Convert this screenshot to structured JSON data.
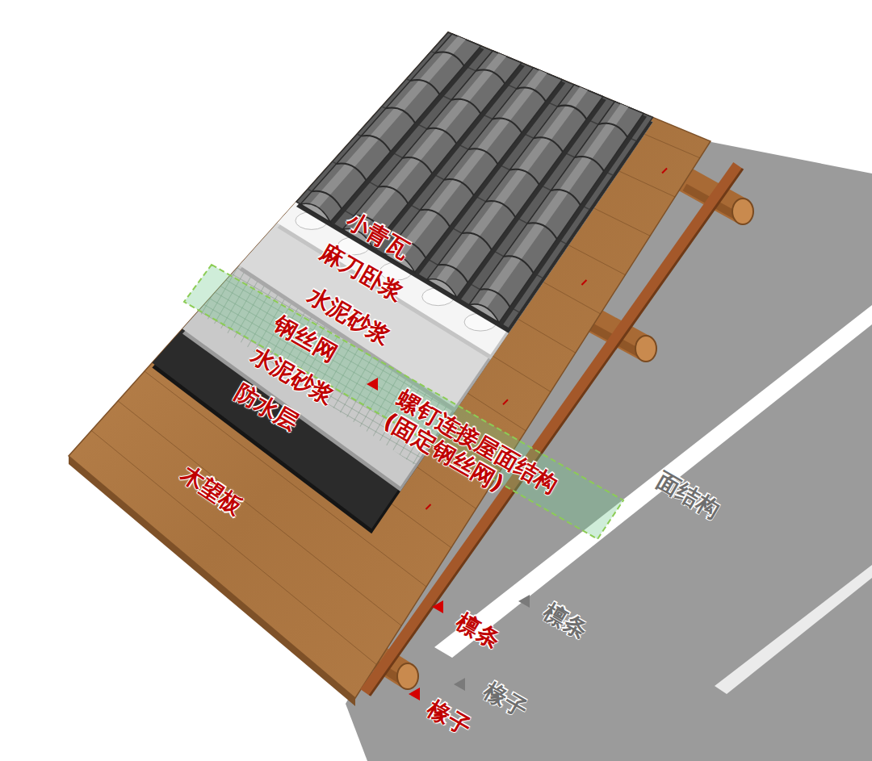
{
  "diagram": {
    "labels": [
      "小青瓦",
      "麻刀卧浆",
      "水泥砂浆",
      "钢丝网",
      "水泥砂浆",
      "螺钉连接屋面结构 (固定钢丝网)",
      "防水层",
      "木望板",
      "面结构",
      "檩条",
      "檩条",
      "椽子",
      "椽子"
    ]
  }
}
